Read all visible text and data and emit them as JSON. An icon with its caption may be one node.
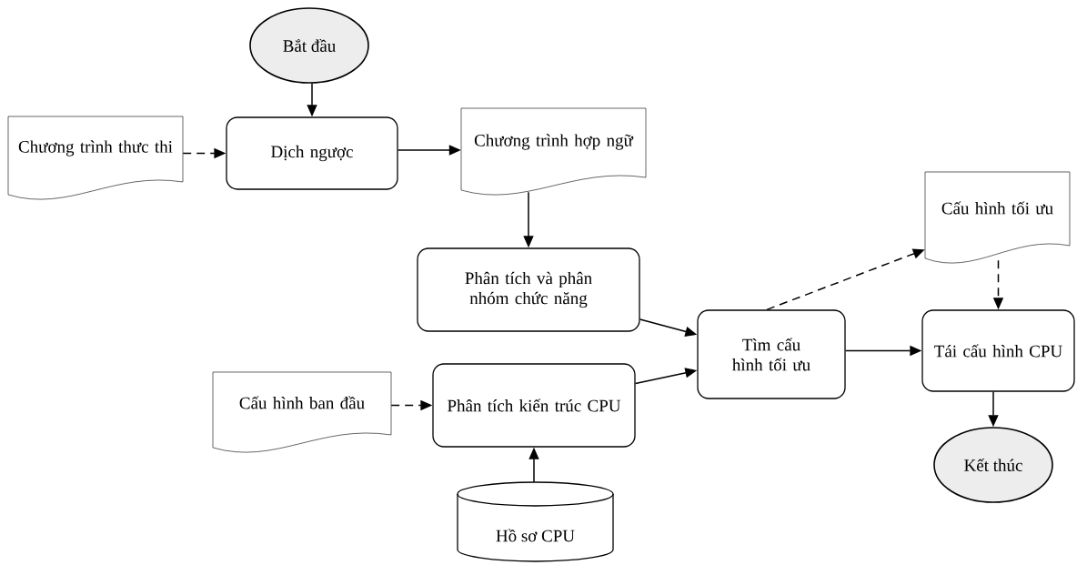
{
  "diagram": {
    "nodes": [
      {
        "text": [
          "Bắt đầu"
        ]
      },
      {
        "text": [
          "Chương trình thưc thi"
        ]
      },
      {
        "text": [
          "Dịch ngược"
        ]
      },
      {
        "text": [
          "Chương trình hợp ngữ"
        ]
      },
      {
        "text": [
          "Phân tích và phân nhóm chức năng"
        ]
      },
      {
        "text": [
          "Cấu hình tối ưu"
        ]
      },
      {
        "text": [
          "Tìm cấu hình tối ưu"
        ]
      },
      {
        "text": [
          "Tái cấu hình CPU"
        ]
      },
      {
        "text": [
          "Cấu hình ban đầu"
        ]
      },
      {
        "text": [
          "Phân tích kiến trúc CPU"
        ]
      },
      {
        "text": [
          "Kết thúc"
        ]
      },
      {
        "text": [
          "Hồ sơ CPU"
        ]
      }
    ],
    "edges": [
      {
        "from": 0,
        "to": 2,
        "arrow": "to"
      },
      {
        "from": 1,
        "to": 2,
        "arrow": "to",
        "style": "dashed"
      },
      {
        "from": 2,
        "to": 3,
        "arrow": "to"
      },
      {
        "from": 3,
        "to": 4,
        "arrow": "to"
      },
      {
        "from": 4,
        "to": 6,
        "arrow": "to"
      },
      {
        "from": 6,
        "to": 5,
        "arrow": "to",
        "style": "dashed"
      },
      {
        "from": 5,
        "to": 7,
        "arrow": "to",
        "style": "dashed"
      },
      {
        "from": 6,
        "to": 7,
        "arrow": "to"
      },
      {
        "from": 8,
        "to": 9,
        "arrow": "to",
        "style": "dashed"
      },
      {
        "from": 9,
        "to": 6,
        "arrow": "to"
      },
      {
        "from": 7,
        "to": 10,
        "arrow": "to"
      },
      {
        "from": 11,
        "to": 9,
        "arrow": "to"
      }
    ]
  }
}
